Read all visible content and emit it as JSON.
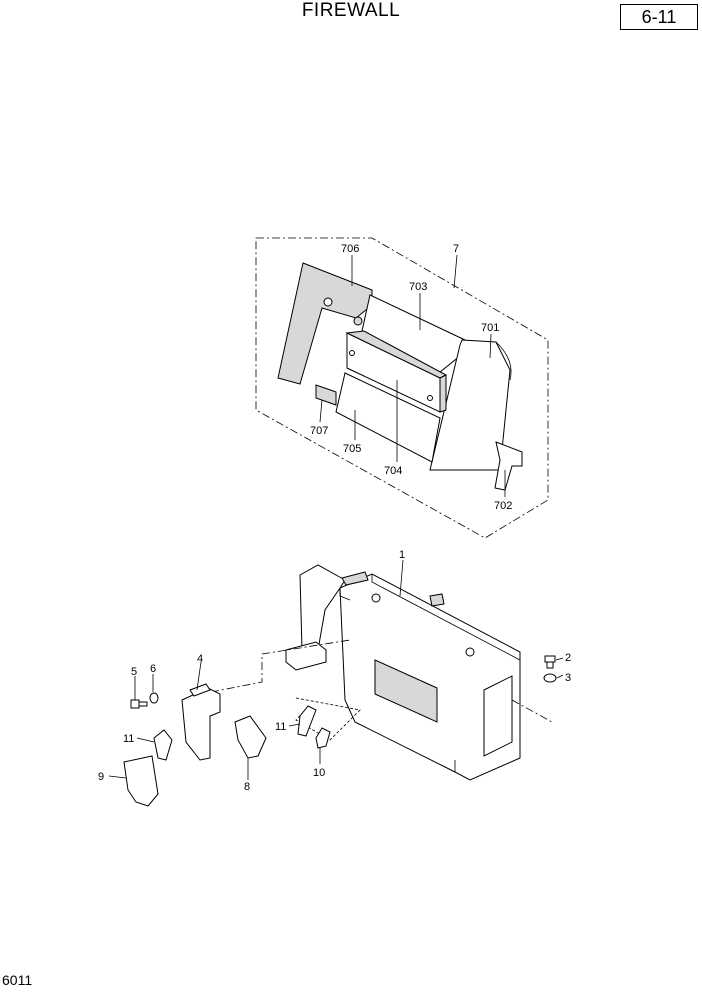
{
  "header": {
    "title": "FIREWALL",
    "page_ref": "6-11"
  },
  "footer": {
    "code": "6011"
  },
  "labels": {
    "p1": "1",
    "p2": "2",
    "p3": "3",
    "p4": "4",
    "p5": "5",
    "p6": "6",
    "p7": "7",
    "p8": "8",
    "p9": "9",
    "p10": "10",
    "p11a": "11",
    "p11b": "11",
    "p701": "701",
    "p702": "702",
    "p703": "703",
    "p704": "704",
    "p705": "705",
    "p706": "706",
    "p707": "707"
  }
}
